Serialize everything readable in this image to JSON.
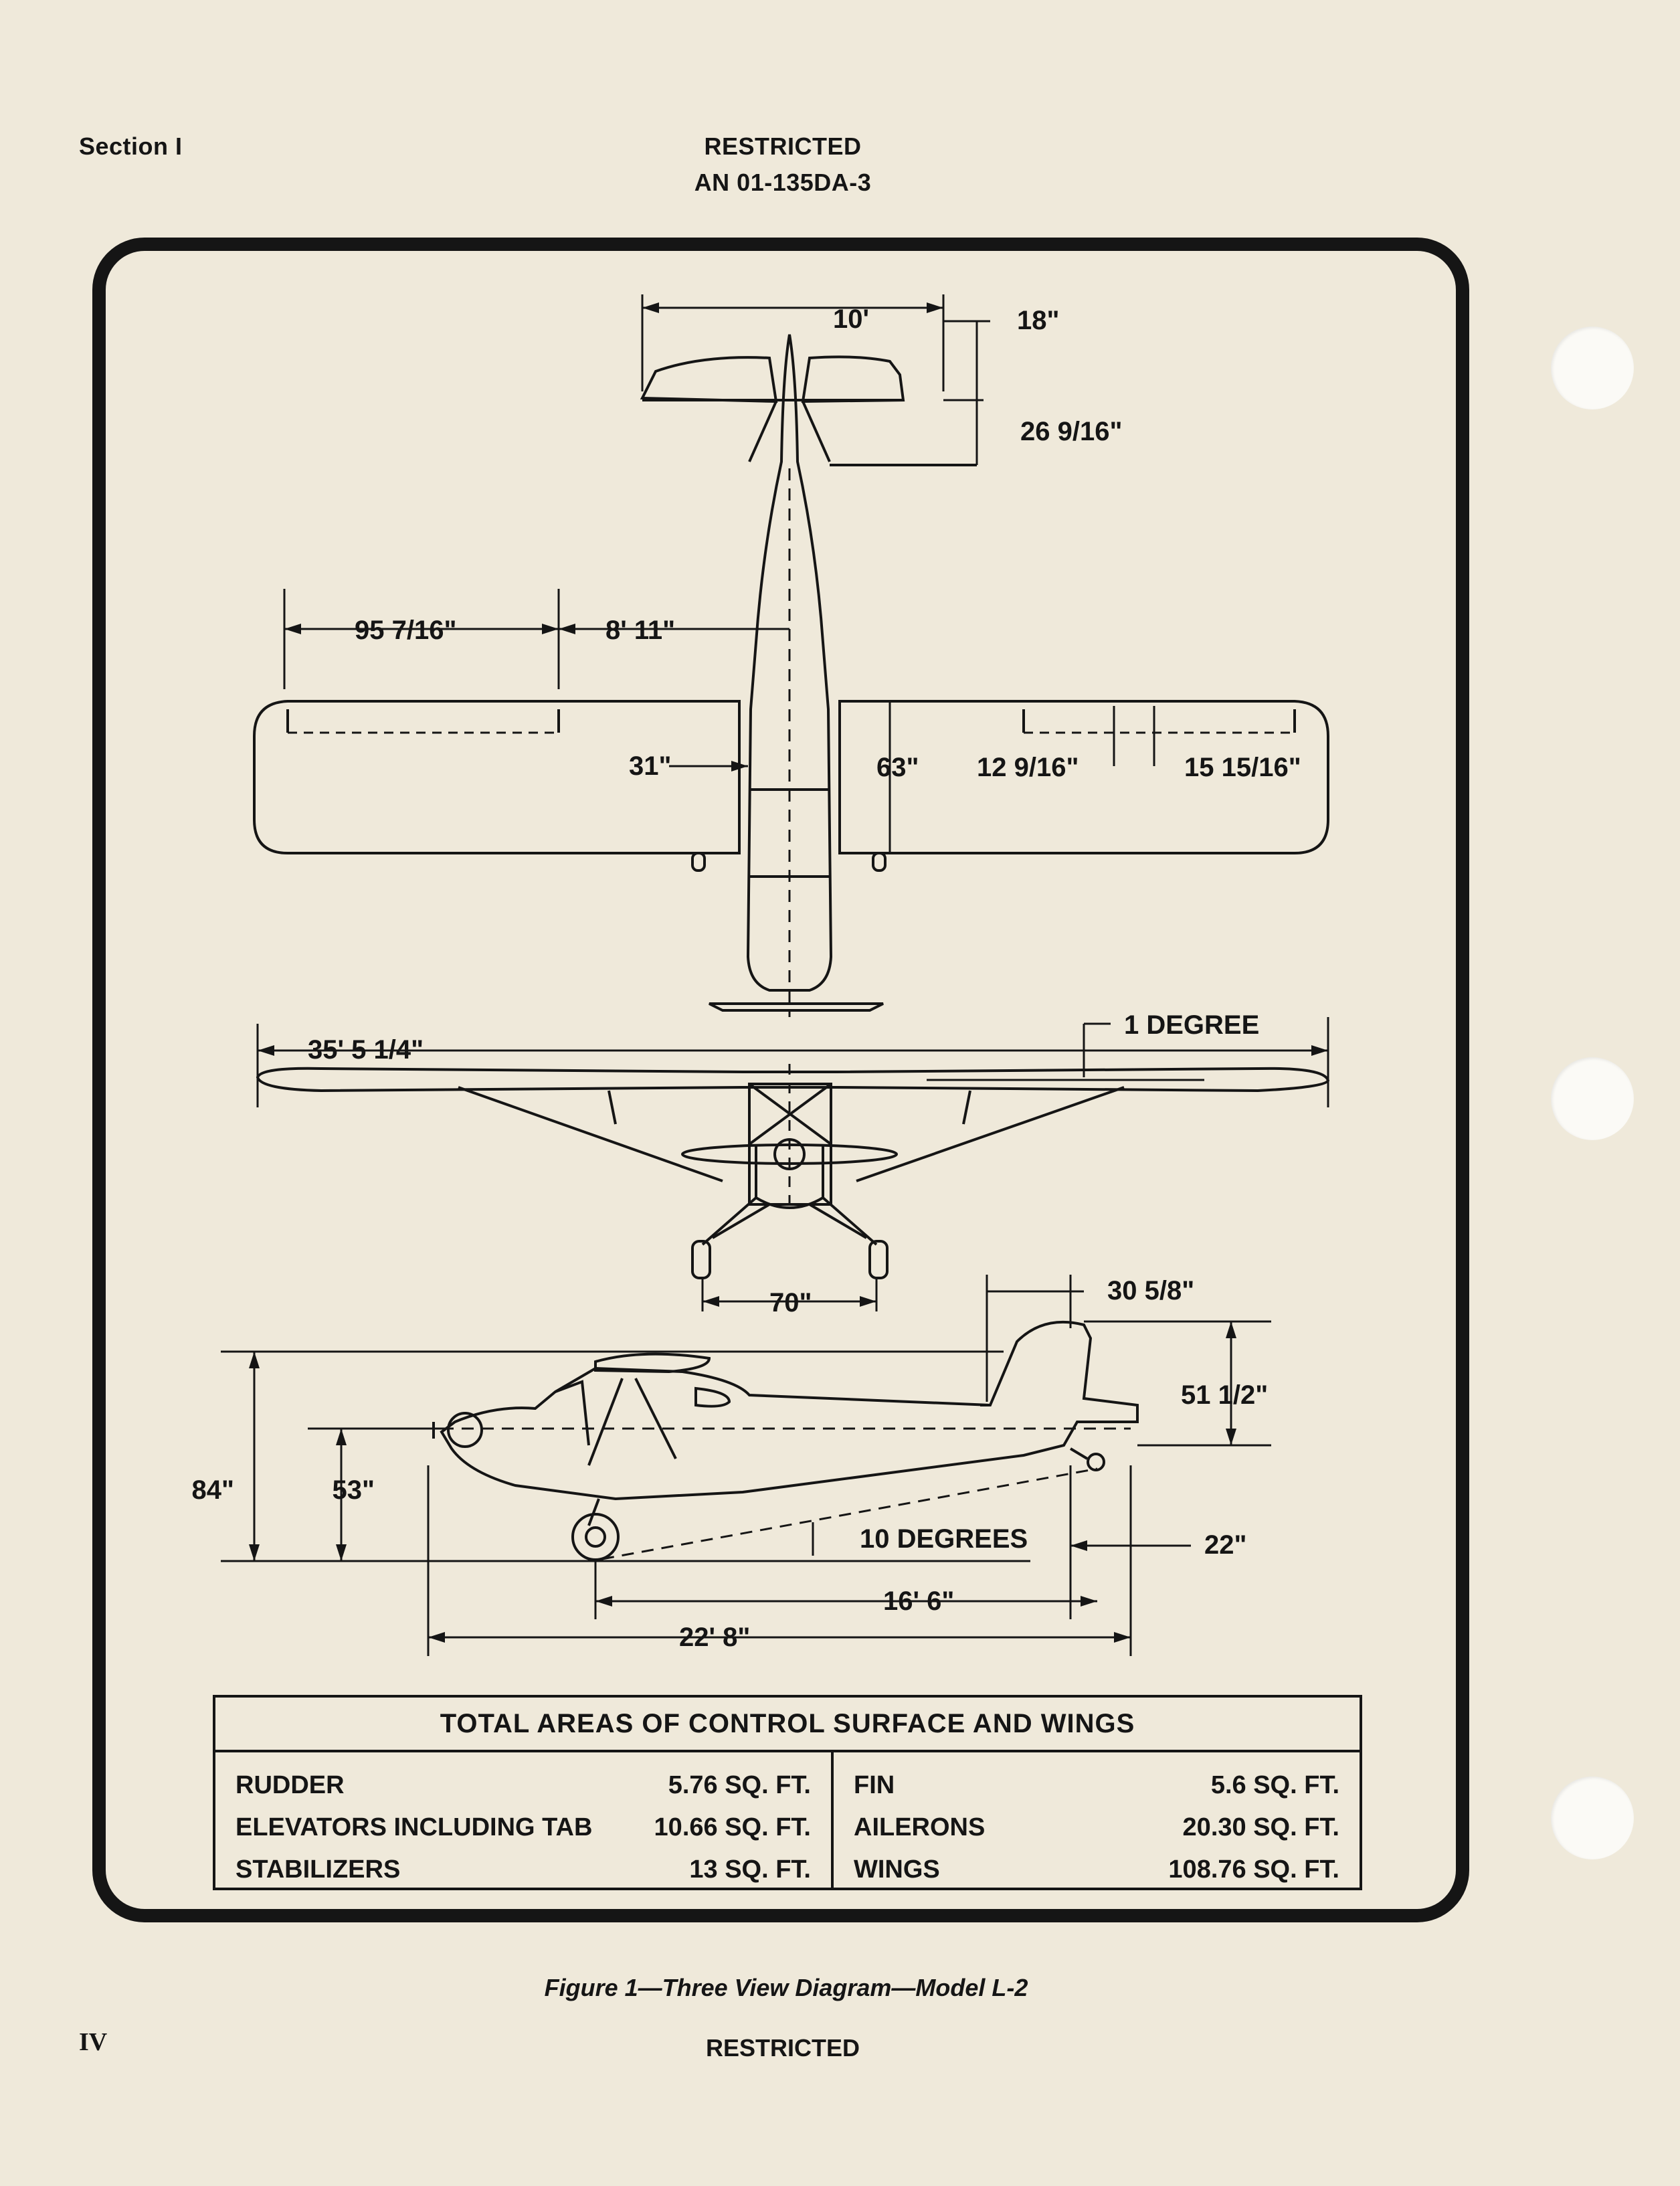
{
  "header": {
    "section": "Section I",
    "classification": "RESTRICTED",
    "document_number": "AN 01-135DA-3"
  },
  "diagram": {
    "dimensions": {
      "tail_span": "10'",
      "elevator_chord": "18\"",
      "stabilizer_chord": "26 9/16\"",
      "aileron_span": "95 7/16\"",
      "aileron_inboard": "8' 11\"",
      "fuselage_width": "31\"",
      "wing_chord": "63\"",
      "aileron_chord": "12 9/16\"",
      "aileron_chord_total": "15 15/16\"",
      "wing_span": "35' 5 1/4\"",
      "dihedral": "1 DEGREE",
      "tread": "70\"",
      "rudder_chord": "30 5/8\"",
      "tail_height": "51 1/2\"",
      "overall_height": "84\"",
      "thrust_line_height": "53\"",
      "ground_angle": "10 DEGREES",
      "tail_wheel_offset": "22\"",
      "wheel_base": "16' 6\"",
      "overall_length": "22' 8\""
    }
  },
  "areas_table": {
    "title": "TOTAL AREAS OF CONTROL SURFACE AND WINGS",
    "left": [
      {
        "label": "RUDDER",
        "value": "5.76 SQ. FT."
      },
      {
        "label": "ELEVATORS INCLUDING TAB",
        "value": "10.66 SQ. FT."
      },
      {
        "label": "STABILIZERS",
        "value": "13 SQ. FT."
      }
    ],
    "right": [
      {
        "label": "FIN",
        "value": "5.6 SQ. FT."
      },
      {
        "label": "AILERONS",
        "value": "20.30 SQ. FT."
      },
      {
        "label": "WINGS",
        "value": "108.76 SQ. FT."
      }
    ]
  },
  "caption": "Figure 1—Three View Diagram—Model L-2",
  "footer": {
    "page": "IV",
    "classification": "RESTRICTED"
  }
}
